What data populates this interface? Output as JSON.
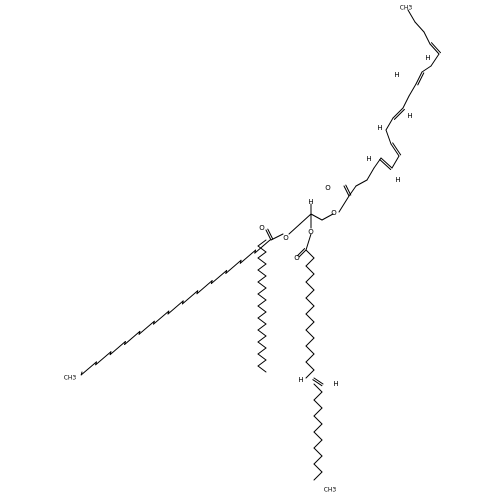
{
  "diagram": {
    "bond_color": "#000000",
    "label_color": "#000000",
    "labels": {
      "oxygen": "O",
      "hydrogen": "H",
      "methyl_top": "CH3",
      "methyl_left": "CH3",
      "methyl_bottom": "CH3"
    }
  }
}
